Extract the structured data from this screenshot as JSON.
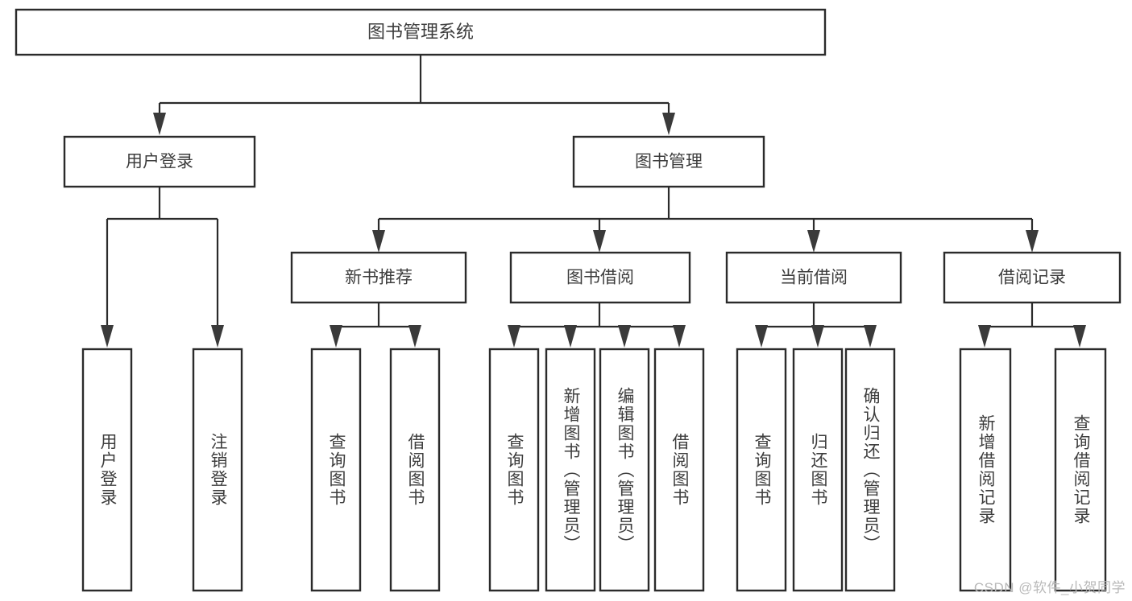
{
  "diagram": {
    "type": "tree",
    "title": "图书管理系统",
    "watermark": "CSDN @软件_小贺同学",
    "colors": {
      "box_stroke": "#2b2b2b",
      "box_fill": "#ffffff",
      "text": "#3d3d3d",
      "connector": "#2b2b2b",
      "watermark": "#b9b9b9",
      "background": "#ffffff"
    },
    "root": {
      "label": "图书管理系统"
    },
    "level1": [
      {
        "label": "用户登录"
      },
      {
        "label": "图书管理"
      }
    ],
    "level2": [
      {
        "label": "新书推荐"
      },
      {
        "label": "图书借阅"
      },
      {
        "label": "当前借阅"
      },
      {
        "label": "借阅记录"
      }
    ],
    "leaves": {
      "user_login": [
        {
          "label": "用户登录"
        },
        {
          "label": "注销登录"
        }
      ],
      "new_book": [
        {
          "label": "查询图书"
        },
        {
          "label": "借阅图书"
        }
      ],
      "book_borrow": [
        {
          "label": "查询图书"
        },
        {
          "label": "新增图书（管理员）"
        },
        {
          "label": "编辑图书（管理员）"
        },
        {
          "label": "借阅图书"
        }
      ],
      "current_borrow": [
        {
          "label": "查询图书"
        },
        {
          "label": "归还图书"
        },
        {
          "label": "确认归还（管理员）"
        }
      ],
      "borrow_record": [
        {
          "label": "新增借阅记录"
        },
        {
          "label": "查询借阅记录"
        }
      ]
    }
  }
}
